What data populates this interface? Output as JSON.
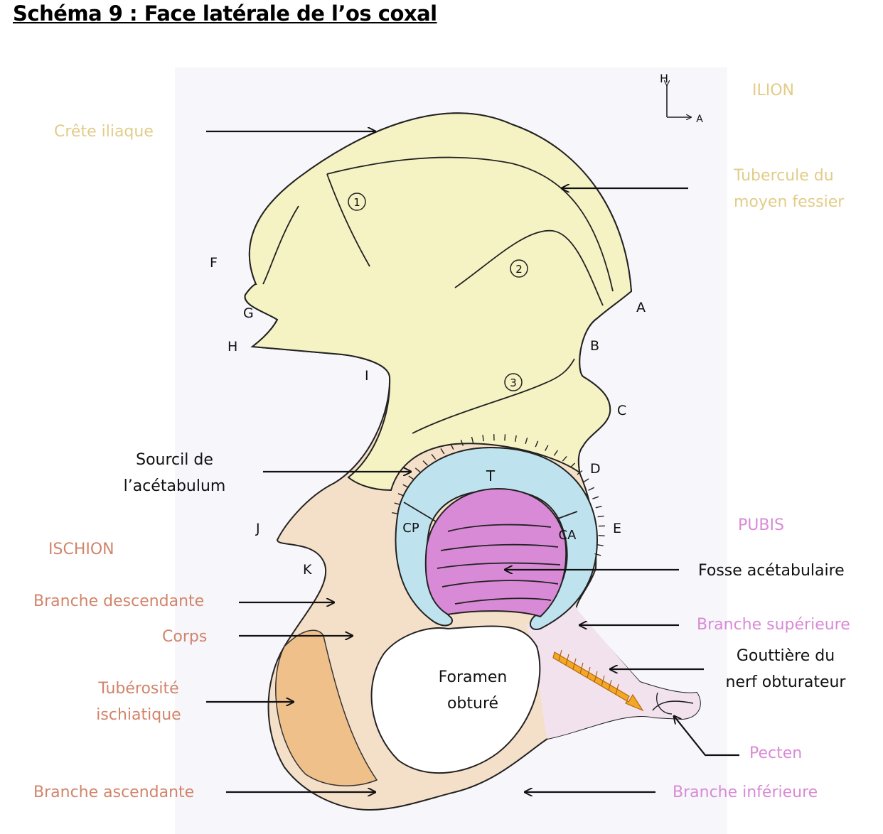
{
  "title": "Schéma 9 : Face latérale de l’os coxal",
  "orientation": {
    "up": "H",
    "forward": "A"
  },
  "regions": {
    "ilion": "ILION",
    "pubis": "PUBIS",
    "ischion": "ISCHION"
  },
  "labels": {
    "crete_iliaque": "Crête iliaque",
    "tubercule_line1": "Tubercule du",
    "tubercule_line2": "moyen fessier",
    "sourcil_line1": "Sourcil de",
    "sourcil_line2": "l’acétabulum",
    "fosse_acetabulaire": "Fosse acétabulaire",
    "branche_descendante": "Branche descendante",
    "branche_superieure": "Branche supérieure",
    "corps": "Corps",
    "gouttiere_line1": "Gouttière du",
    "gouttiere_line2": "nerf obturateur",
    "tuberosite_line1": "Tubérosité",
    "tuberosite_line2": "ischiatique",
    "pecten": "Pecten",
    "branche_ascendante": "Branche ascendante",
    "branche_inferieure": "Branche inférieure",
    "foramen_line1": "Foramen",
    "foramen_line2": "obturé"
  },
  "border_letters": {
    "a": "A",
    "b": "B",
    "c": "C",
    "d": "D",
    "e": "E",
    "f": "F",
    "g": "G",
    "h": "H",
    "i": "I",
    "j": "J",
    "k": "K"
  },
  "acetabulum_parts": {
    "t": "T",
    "cp": "CP",
    "ca": "CA"
  },
  "gluteal_lines": {
    "one": "1",
    "two": "2",
    "three": "3"
  },
  "colors": {
    "ilion": "#f5f2c4",
    "ischion": "#f4dfc8",
    "tuberosity": "#f0c08a",
    "pubis": "#f2e2ee",
    "lunate_surface": "#bfe3ee",
    "acetabular_fossa": "#d98ad6",
    "gutter": "#f3a825"
  }
}
